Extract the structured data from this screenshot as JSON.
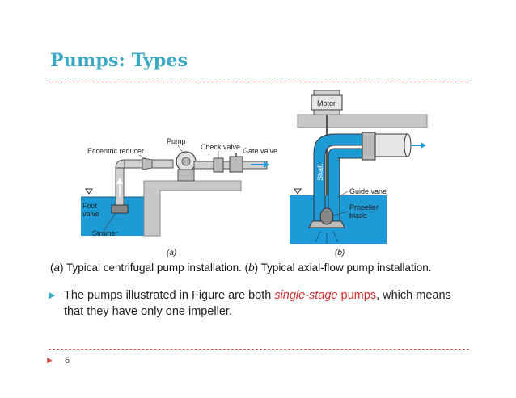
{
  "slide": {
    "title": "Pumps: Types",
    "page_number": "6"
  },
  "figure": {
    "a": {
      "label": "(a)",
      "eccentric_reducer": "Eccentric reducer",
      "pump": "Pump",
      "check_valve": "Check valve",
      "gate_valve": "Gate valve",
      "foot_valve_line1": "Foot",
      "foot_valve_line2": "valve",
      "strainer": "Strainer"
    },
    "b": {
      "label": "(b)",
      "motor": "Motor",
      "shaft": "Shaft",
      "guide_vane": "Guide vane",
      "propeller_line1": "Propeller",
      "propeller_line2": "blade"
    }
  },
  "caption": {
    "a_tag": "a",
    "text1": ") Typical centrifugal pump installation. (",
    "b_tag": "b",
    "text2": ") Typical axial-flow pump installation."
  },
  "bullet": {
    "text_before": "The pumps illustrated in Figure are both ",
    "highlight": "single-stage",
    "highlight2": " pumps",
    "text_after": ", which means that they have only one impeller."
  },
  "colors": {
    "accent": "#3aaac3",
    "highlight": "#d32f2f",
    "water": "#1e9bd7",
    "rule": "#d9534f"
  }
}
